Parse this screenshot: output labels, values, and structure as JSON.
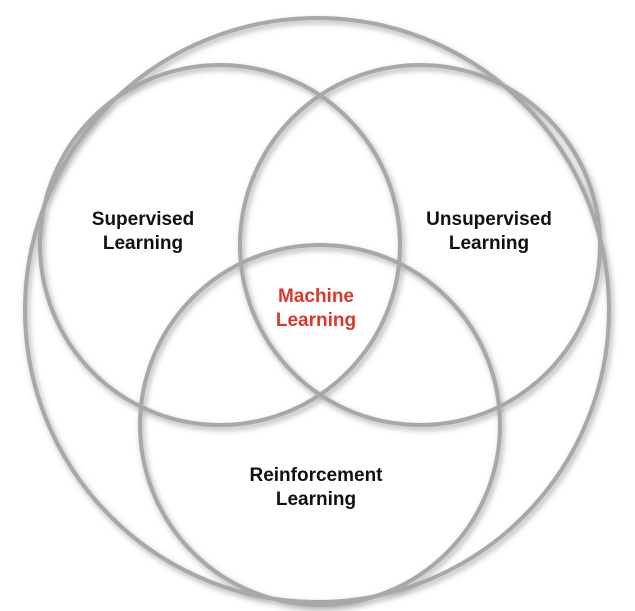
{
  "diagram": {
    "type": "venn",
    "colors": {
      "ring": "#a8a8a8",
      "ring_shadow": "#666666",
      "text": "#111111",
      "center_text": "#d9392b",
      "background": "#ffffff"
    },
    "sets": [
      {
        "id": "supervised",
        "line1": "Supervised",
        "line2": "Learning"
      },
      {
        "id": "unsupervised",
        "line1": "Unsupervised",
        "line2": "Learning"
      },
      {
        "id": "reinforcement",
        "line1": "Reinforcement",
        "line2": "Learning"
      }
    ],
    "center": {
      "line1": "Machine",
      "line2": "Learning"
    }
  }
}
